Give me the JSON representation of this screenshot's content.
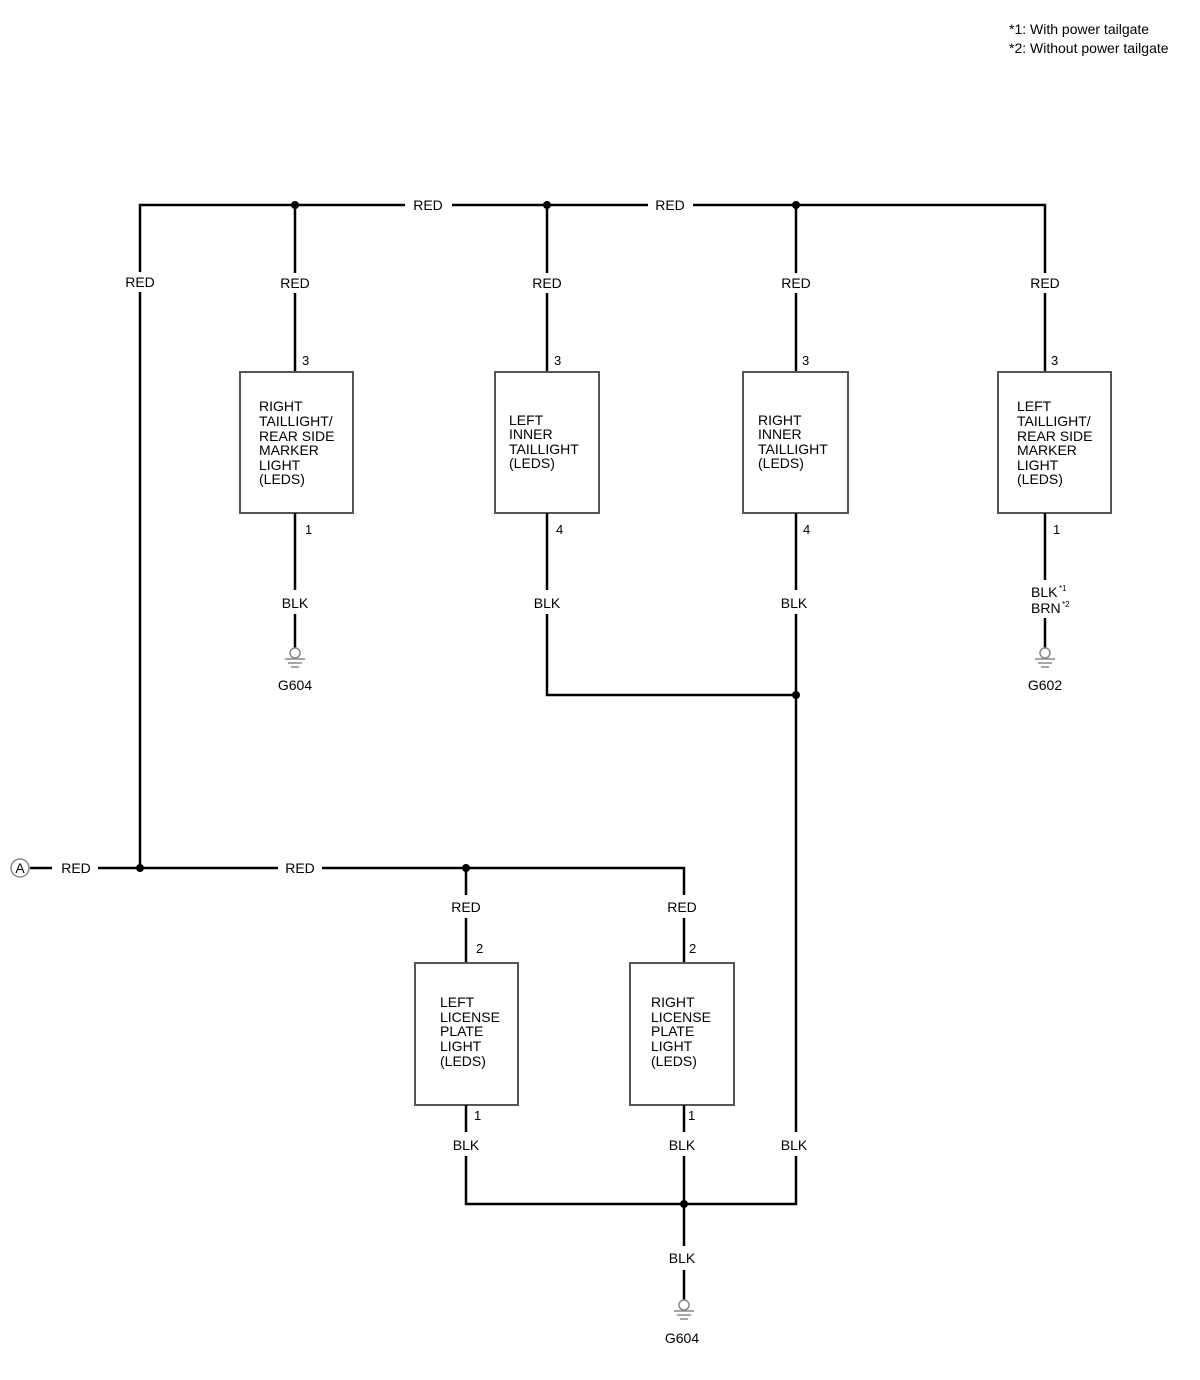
{
  "notes": [
    "*1: With power tailgate",
    "*2: Without power tailgate"
  ],
  "connector_a": "A",
  "wires": {
    "red": "RED",
    "blk": "BLK",
    "blk_sup": "*1",
    "brn": "BRN",
    "brn_sup": "*2"
  },
  "components": {
    "right_taillight": [
      "RIGHT",
      "TAILLIGHT/",
      "REAR SIDE",
      "MARKER",
      "LIGHT",
      "(LEDS)"
    ],
    "left_inner_taillight": [
      "LEFT",
      "INNER",
      "TAILLIGHT",
      "(LEDS)"
    ],
    "right_inner_taillight": [
      "RIGHT",
      "INNER",
      "TAILLIGHT",
      "(LEDS)"
    ],
    "left_taillight": [
      "LEFT",
      "TAILLIGHT/",
      "REAR SIDE",
      "MARKER",
      "LIGHT",
      "(LEDS)"
    ],
    "left_license": [
      "LEFT",
      "LICENSE",
      "PLATE",
      "LIGHT",
      "(LEDS)"
    ],
    "right_license": [
      "RIGHT",
      "LICENSE",
      "PLATE",
      "LIGHT",
      "(LEDS)"
    ]
  },
  "pins": {
    "taillight_in": "3",
    "right_taillight_out": "1",
    "inner_out": "4",
    "left_taillight_out": "1",
    "license_in": "2",
    "license_out": "1"
  },
  "grounds": {
    "g604": "G604",
    "g602": "G602"
  }
}
